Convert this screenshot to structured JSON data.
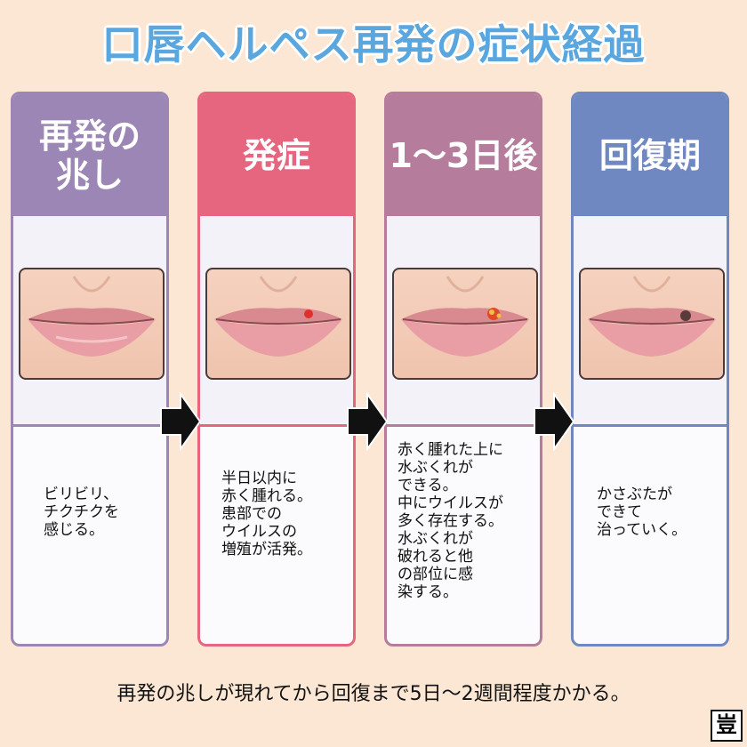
{
  "title": "口唇ヘルペス再発の症状経過",
  "stages": [
    {
      "heading": "再発の\n兆し",
      "text": "ビリビリ、\nチクチクを\n感じる。",
      "color": "#9b86b6"
    },
    {
      "heading": "発症",
      "text": "半日以内に\n赤く腫れる。\n患部での\nウイルスの\n増殖が活発。",
      "color": "#e5667e"
    },
    {
      "heading": "1～3日後",
      "text": "赤く腫れた上に\n水ぶくれが\nできる。\n中にウイルスが\n多く存在する。\n水ぶくれが\n破れると他\nの部位に感\n染する。",
      "color": "#b57d9b"
    },
    {
      "heading": "回復期",
      "text": "かさぶたが\nできて\n治っていく。",
      "color": "#7088c2"
    }
  ],
  "footer": "再発の兆しが現れてから回復まで5日～2週間程度かかる。",
  "stamp": "豈",
  "icons": [
    "arrow-right-icon",
    "arrow-right-icon",
    "arrow-right-icon"
  ]
}
